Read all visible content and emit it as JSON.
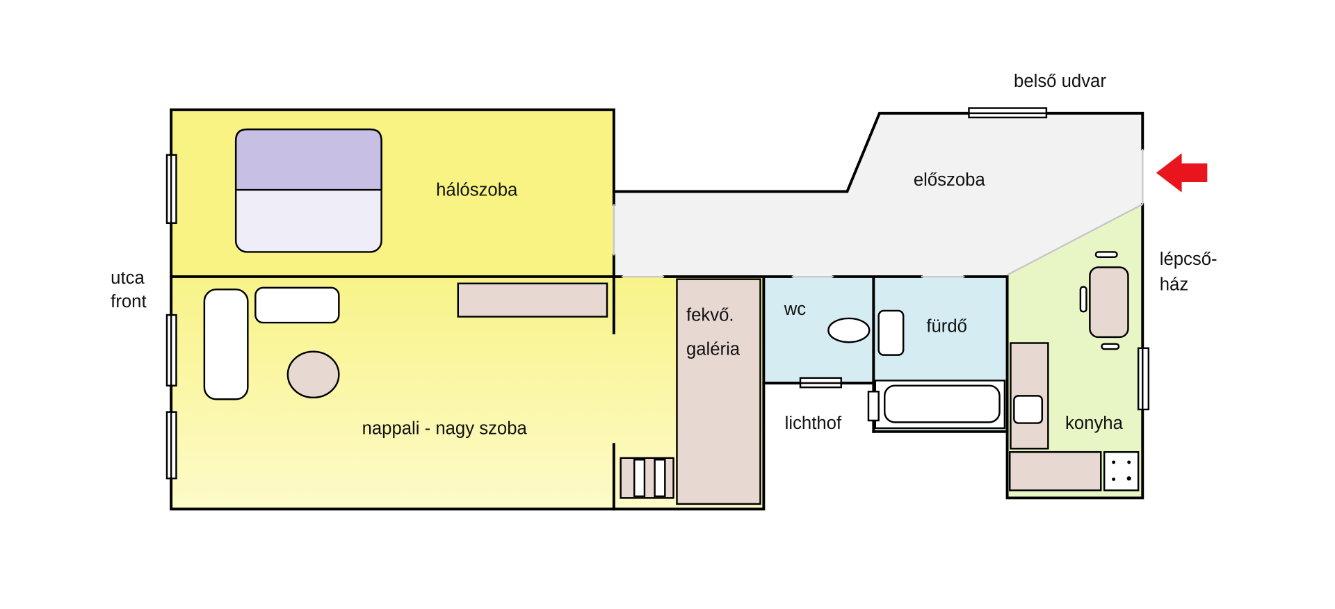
{
  "rooms": {
    "bedroom": "hálószoba",
    "living": "nappali - nagy szoba",
    "hall": "előszoba",
    "gallery_line1": "fekvő.",
    "gallery_line2": "galéria",
    "wc": "wc",
    "bath": "fürdő",
    "kitchen": "konyha"
  },
  "surroundings": {
    "street_line1": "utca",
    "street_line2": "front",
    "courtyard": "belső udvar",
    "stairwell_line1": "lépcső-",
    "stairwell_line2": "ház",
    "lightwell": "lichthof"
  },
  "colors": {
    "bedroom": "#f8f382",
    "living_top": "#f8f388",
    "living_bottom": "#fdfbc9",
    "hall": "#f2f2f2",
    "wet_rooms": "#d5ecf3",
    "kitchen": "#e8f6c6",
    "furniture": "#e8d8d2",
    "bed_top": "#c7c0e4",
    "bed_bottom": "#efedf8",
    "entrance_arrow": "#e8141e"
  },
  "icons": {
    "entrance": "red-arrow-left"
  }
}
